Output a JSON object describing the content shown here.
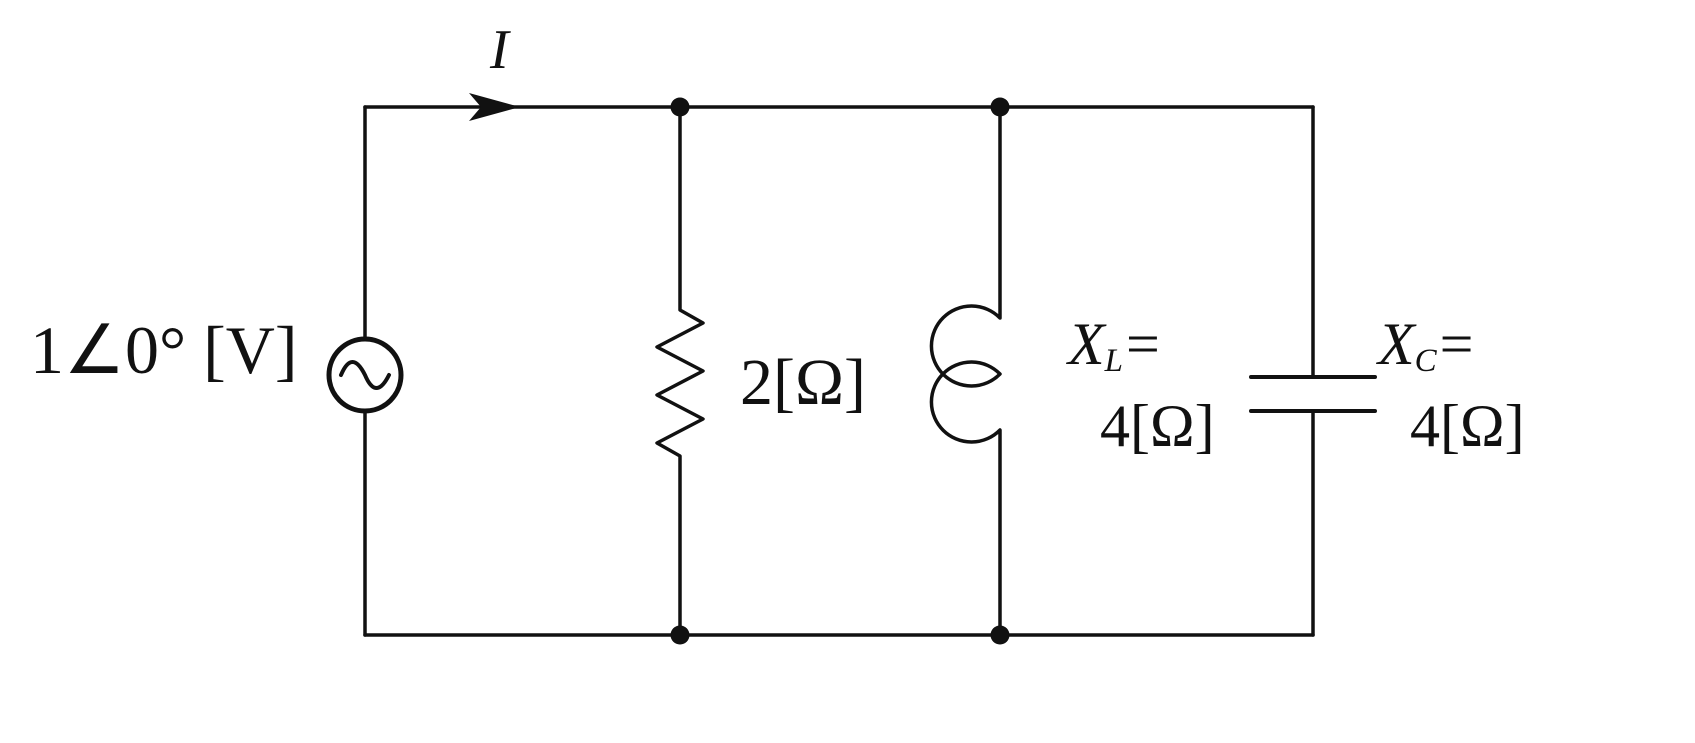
{
  "labels": {
    "source": "1∠0° [V]",
    "current": "I",
    "resistor_value": "2[Ω]",
    "inductor": {
      "symbol": "X",
      "subscript": "L",
      "equals": "=",
      "value": "4[Ω]"
    },
    "capacitor": {
      "symbol": "X",
      "subscript": "C",
      "equals": "=",
      "value": "4[Ω]"
    }
  },
  "symbols": [
    "ac-voltage-source",
    "resistor",
    "inductor",
    "capacitor",
    "current-arrow",
    "junction-dot"
  ],
  "colors": {
    "stroke": "#111111",
    "background": "#ffffff"
  }
}
